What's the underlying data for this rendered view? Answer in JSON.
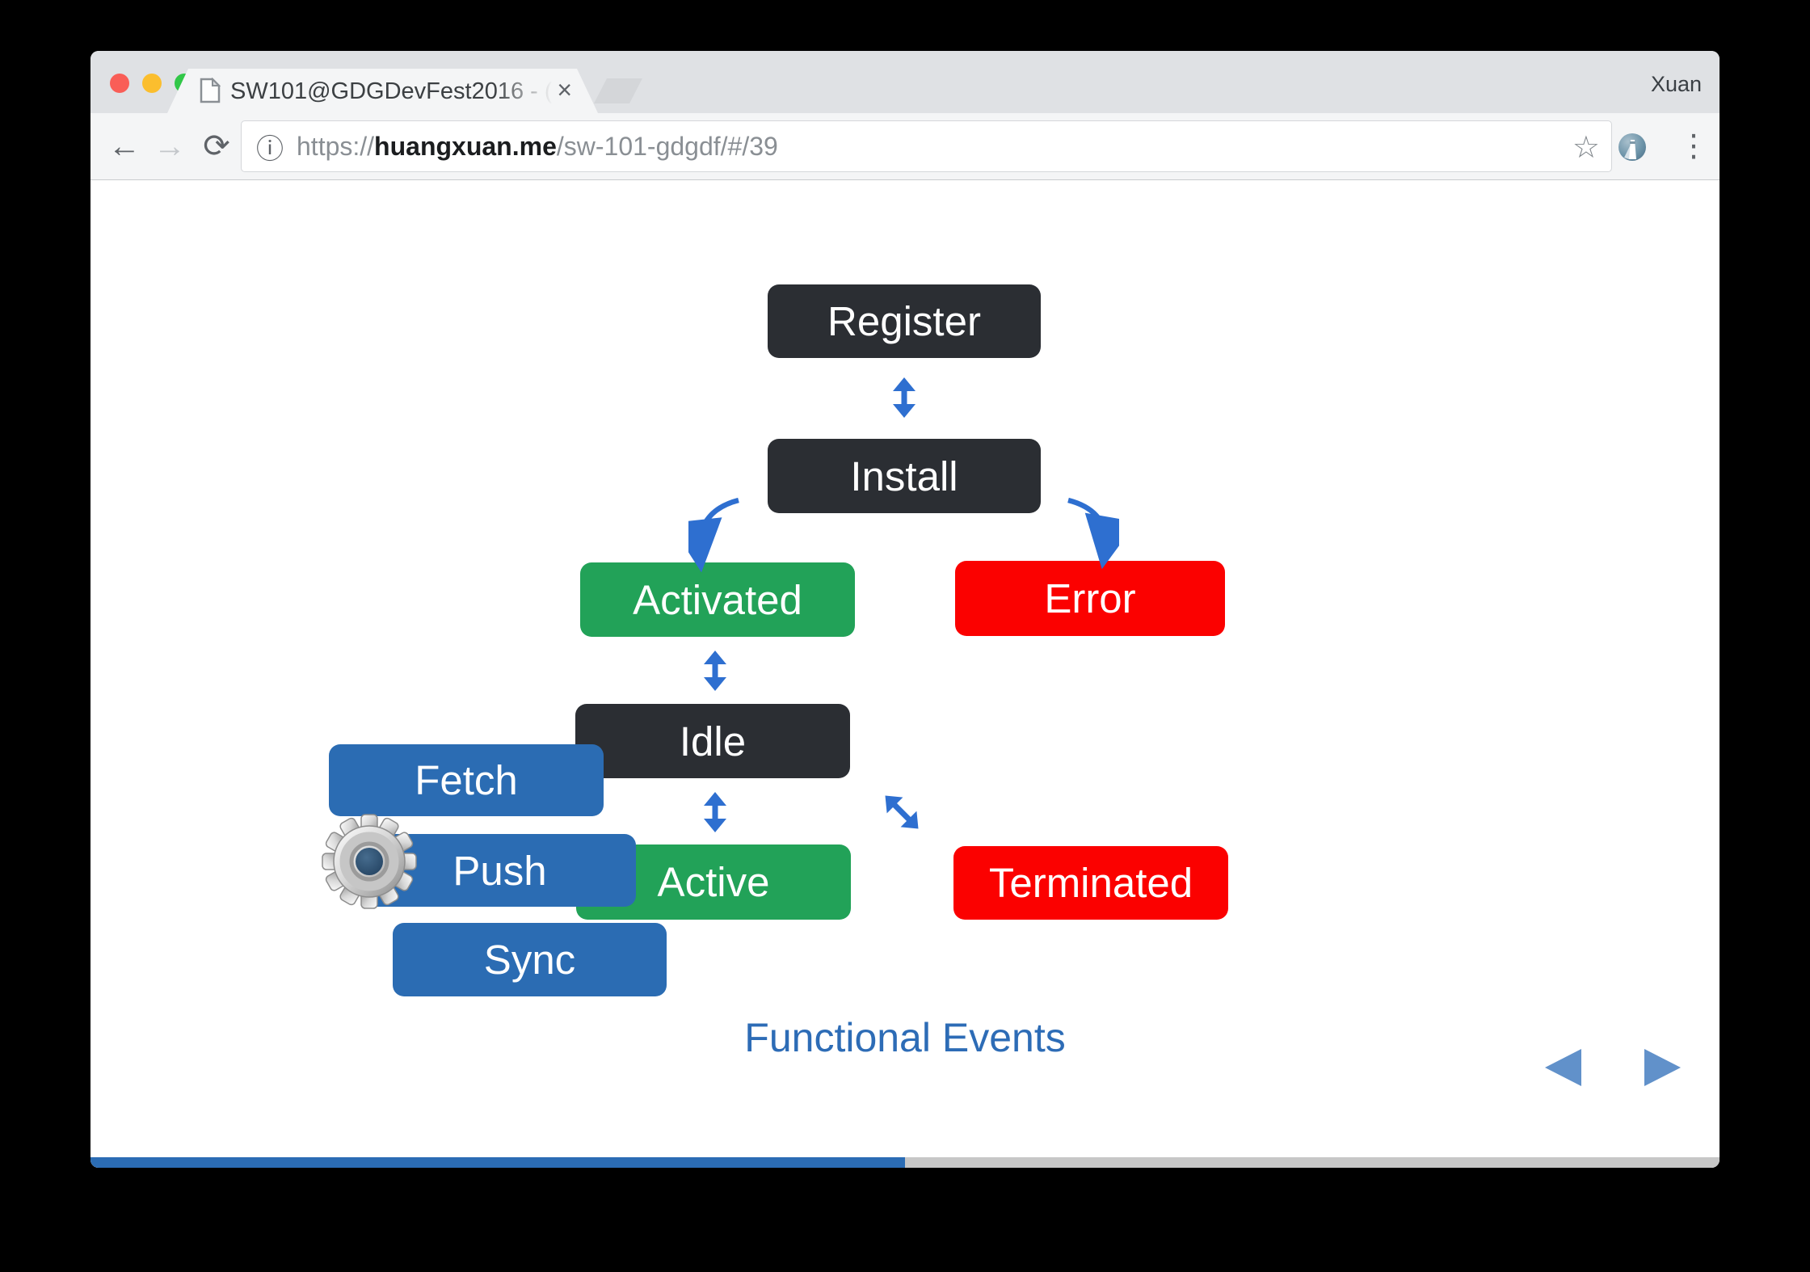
{
  "browser": {
    "profile_name": "Xuan",
    "tab": {
      "title": "SW101@GDGDevFest2016 - (",
      "close": "×"
    },
    "url": {
      "scheme": "https://",
      "host": "huangxuan.me",
      "path": "/sw-101-gdgdf/#/39"
    },
    "icons": {
      "back": "←",
      "forward": "→",
      "reload": "⟳",
      "info": "ⓘ",
      "star": "☆",
      "menu": "⋮"
    }
  },
  "slide": {
    "nodes": {
      "register": {
        "label": "Register",
        "kind": "state-dark"
      },
      "install": {
        "label": "Install",
        "kind": "state-dark"
      },
      "activated": {
        "label": "Activated",
        "kind": "state-green"
      },
      "error": {
        "label": "Error",
        "kind": "state-red"
      },
      "idle": {
        "label": "Idle",
        "kind": "state-dark"
      },
      "active": {
        "label": "Active",
        "kind": "state-green"
      },
      "terminated": {
        "label": "Terminated",
        "kind": "state-red"
      },
      "fetch": {
        "label": "Fetch",
        "kind": "event-blue"
      },
      "push": {
        "label": "Push",
        "kind": "event-blue"
      },
      "sync": {
        "label": "Sync",
        "kind": "event-blue"
      }
    },
    "caption": "Functional Events",
    "progress_percent": 50,
    "colors": {
      "state_dark": "#2b2e33",
      "state_green": "#22a258",
      "state_red": "#fb0100",
      "event_blue": "#2b6cb3",
      "arrow_blue": "#2e6fd0",
      "caption_blue": "#2d6cb6",
      "nav_triangle_blue": "#6191ca",
      "progress_blue": "#2b6cb4"
    }
  }
}
